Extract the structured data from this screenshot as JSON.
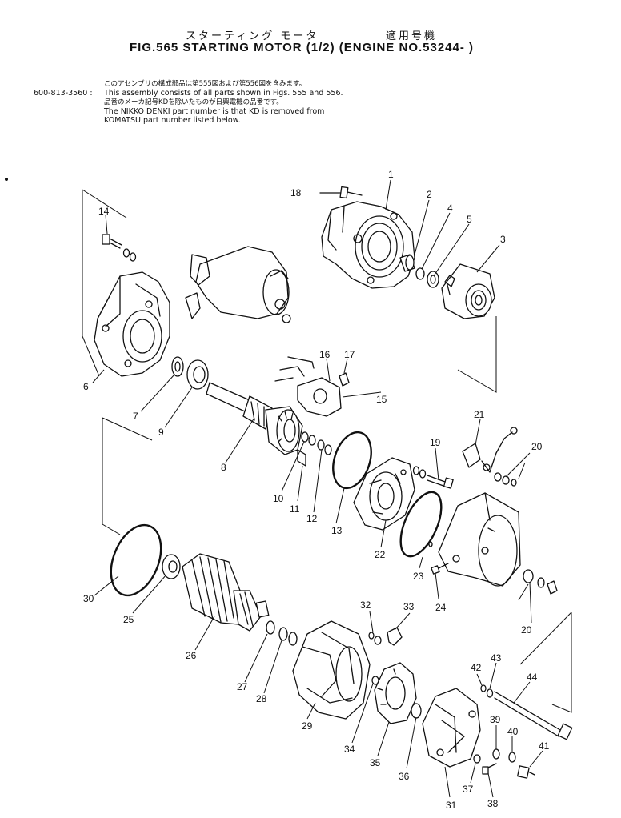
{
  "header": {
    "jp_title": "スターティング モータ",
    "jp_applicable": "適用号機",
    "fig_title": "FIG.565  STARTING MOTOR (1/2) (ENGINE NO.53244- )"
  },
  "assembly_note": {
    "part_number": "600-813-3560 :",
    "jp_line1": "このアセンブリの構成部品は第555図および第556図を含みます。",
    "en_line1": "This assembly consists of all parts shown in Figs. 555 and 556.",
    "jp_line2": "品番のメーカ記号KDを除いたものが日興電機の品番です。",
    "en_line2": "The NIKKO DENKI part number is that KD is removed from",
    "en_line3": "KOMATSU part number listed below."
  },
  "callouts": {
    "c1": "1",
    "c2": "2",
    "c3": "3",
    "c4": "4",
    "c5": "5",
    "c6": "6",
    "c7": "7",
    "c8": "8",
    "c9": "9",
    "c10": "10",
    "c11": "11",
    "c12": "12",
    "c13": "13",
    "c14": "14",
    "c15": "15",
    "c16": "16",
    "c17": "17",
    "c18": "18",
    "c19": "19",
    "c20a": "20",
    "c20b": "20",
    "c21": "21",
    "c22": "22",
    "c23": "23",
    "c24": "24",
    "c25": "25",
    "c26": "26",
    "c27": "27",
    "c28": "28",
    "c29": "29",
    "c30": "30",
    "c31": "31",
    "c32": "32",
    "c33": "33",
    "c34": "34",
    "c35": "35",
    "c36": "36",
    "c37": "37",
    "c38": "38",
    "c39": "39",
    "c40": "40",
    "c41": "41",
    "c42": "42",
    "c43": "43",
    "c44": "44"
  }
}
